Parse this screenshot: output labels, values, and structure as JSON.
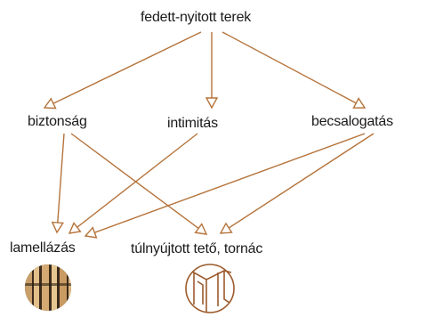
{
  "nodes": {
    "root": "fedett-nyitott terek",
    "biztonsag": "biztonság",
    "intimitas": "intimitás",
    "becsalogatas": "becsalogatás",
    "lamellazas": "lamellázás",
    "tulnyujtott": "túlnyújtott tető, tornác"
  },
  "colors": {
    "arrow": "#b5733a",
    "text": "#1a1a1a",
    "wood_dark": "#3b2a1c",
    "wood_light": "#d9b27a",
    "sketch_stroke": "#9c5a2c"
  },
  "edges": [
    {
      "from": "root",
      "to": "biztonsag"
    },
    {
      "from": "root",
      "to": "intimitas"
    },
    {
      "from": "root",
      "to": "becsalogatas"
    },
    {
      "from": "biztonsag",
      "to": "lamellazas"
    },
    {
      "from": "biztonsag",
      "to": "tulnyujtott"
    },
    {
      "from": "intimitas",
      "to": "lamellazas"
    },
    {
      "from": "becsalogatas",
      "to": "lamellazas"
    },
    {
      "from": "becsalogatas",
      "to": "tulnyujtott"
    }
  ]
}
